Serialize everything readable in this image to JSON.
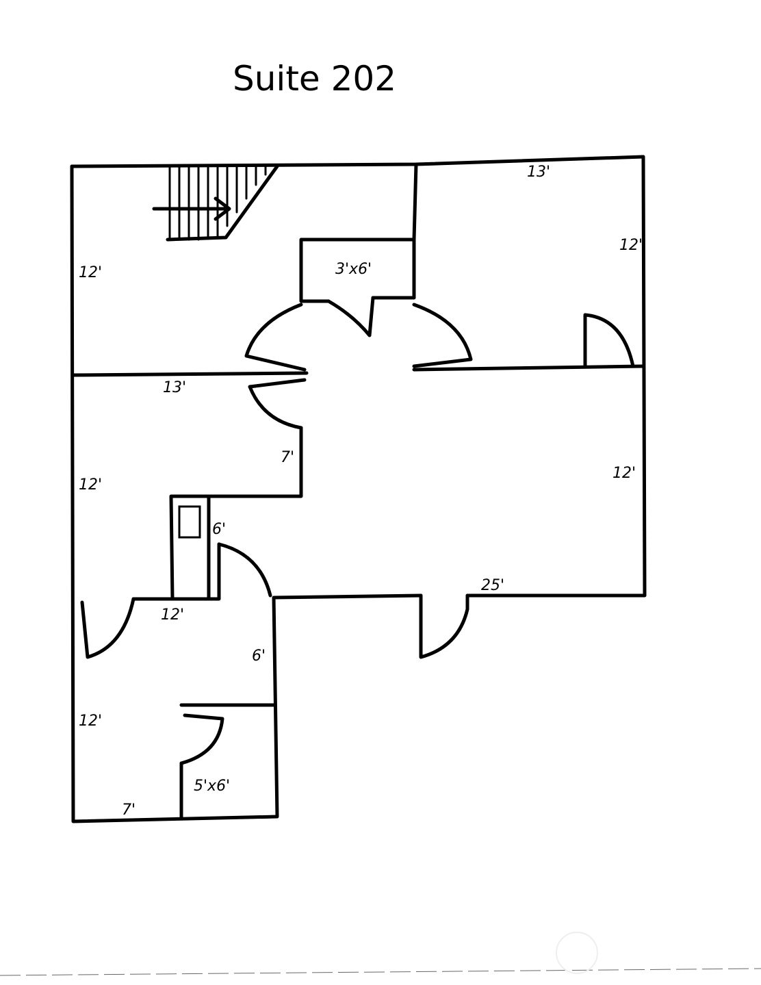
{
  "title": "Suite 202",
  "labels": {
    "top_right_width": "13'",
    "top_right_height": "12'",
    "top_left_height": "12'",
    "closet": "3'x6'",
    "mid_left_width": "13'",
    "mid_left_wall": "7'",
    "mid_left_height": "12'",
    "closet_small": "6'",
    "main_height": "12'",
    "main_width": "25'",
    "lower_room_width": "12'",
    "lower_room_wall": "6'",
    "lower_room_height": "12'",
    "bath": "5'x6'",
    "bottom_width": "7'"
  },
  "colors": {
    "ink": "#000000",
    "paper": "#ffffff"
  }
}
